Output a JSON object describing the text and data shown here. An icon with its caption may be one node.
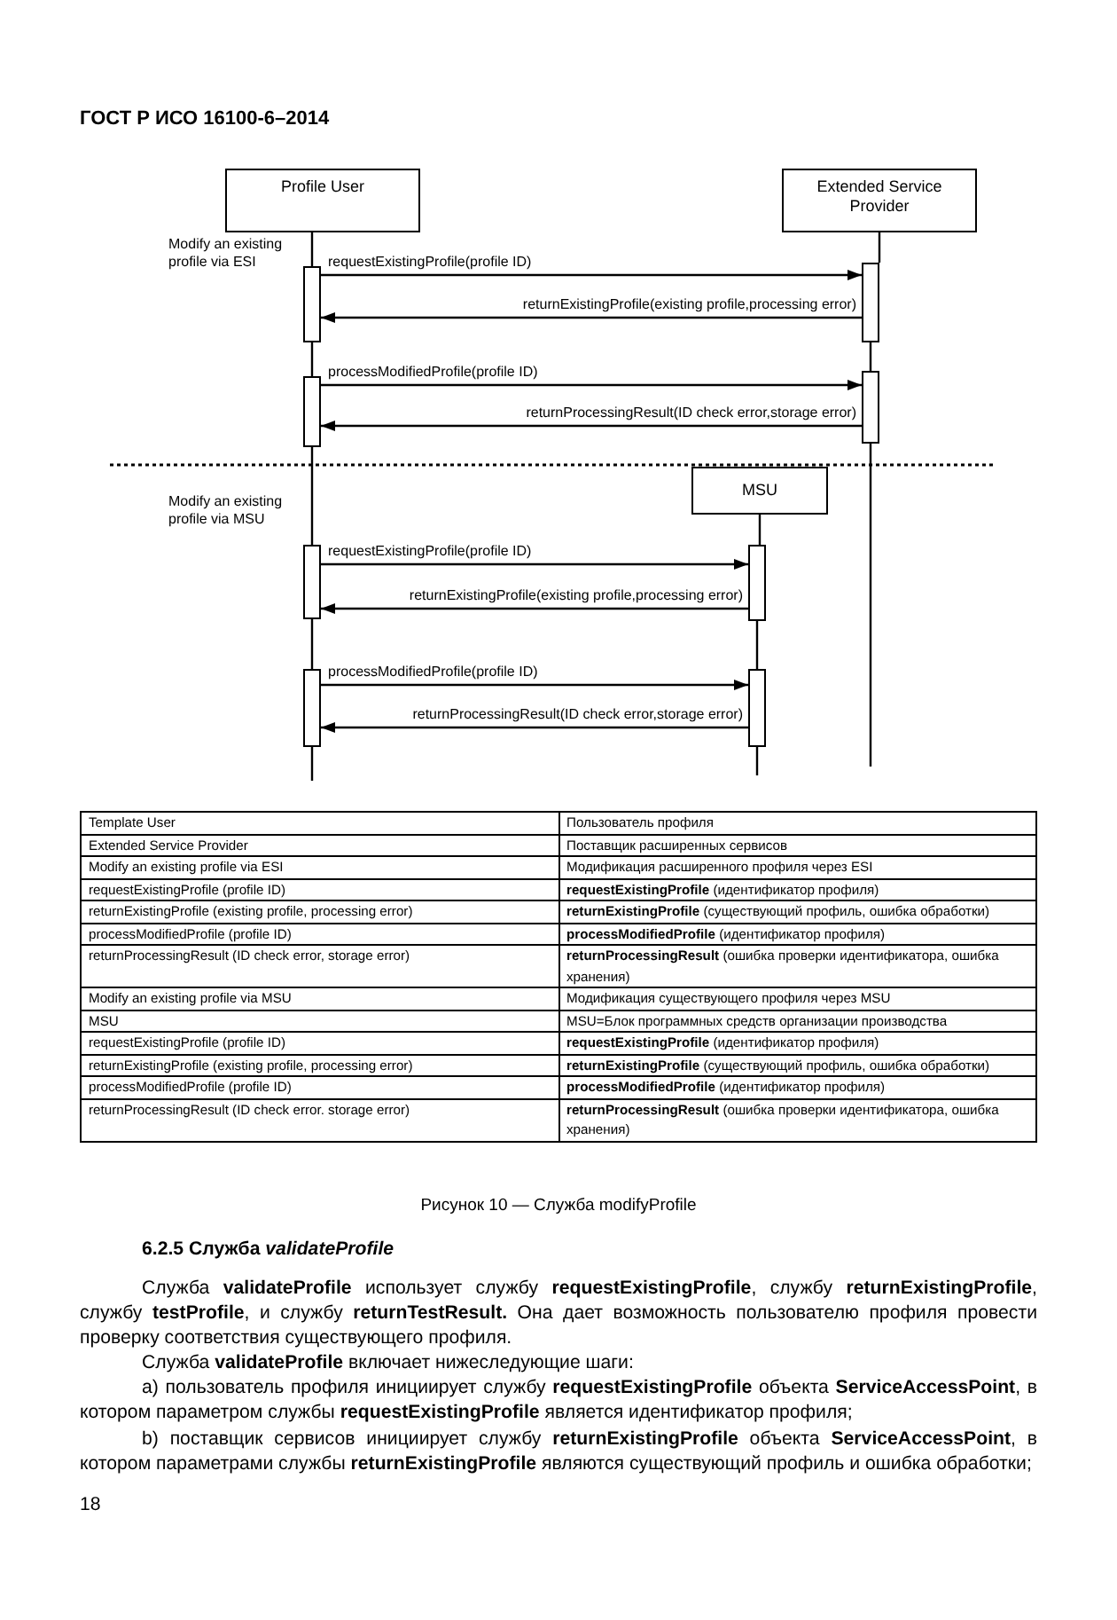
{
  "diagram": {
    "caption": "Рисунок 10 — Служба modifyProfile",
    "nodes": [
      {
        "text": [
          "Profile User"
        ]
      },
      {
        "text": [
          "Extended Service Provider"
        ]
      },
      {
        "text": [
          "MSU"
        ]
      },
      {
        "text": [],
        "shape": "bar"
      },
      {
        "text": [],
        "shape": "bar"
      },
      {
        "text": [],
        "shape": "bar"
      },
      {
        "text": [],
        "shape": "bar"
      },
      {
        "text": [],
        "shape": "bar"
      },
      {
        "text": [],
        "shape": "bar"
      },
      {
        "text": [],
        "shape": "bar"
      },
      {
        "text": [],
        "shape": "bar"
      }
    ],
    "edges": [
      {
        "from": 0,
        "to": 3,
        "arrow": "none"
      },
      {
        "from": 3,
        "to": 5,
        "arrow": "none"
      },
      {
        "from": 5,
        "to": 7,
        "arrow": "none"
      },
      {
        "from": 7,
        "to": 9,
        "arrow": "none"
      },
      {
        "from": 1,
        "to": 4,
        "arrow": "none"
      },
      {
        "from": 4,
        "to": 6,
        "arrow": "none"
      },
      {
        "from": 2,
        "to": 8,
        "arrow": "none"
      },
      {
        "from": 8,
        "to": 10,
        "arrow": "none"
      },
      {
        "from": 3,
        "to": 4,
        "arrow": "to",
        "label": "requestExistingProfile(profile ID)"
      },
      {
        "from": 4,
        "to": 3,
        "arrow": "to",
        "label": "returnExistingProfile(existing profile,processing error)"
      },
      {
        "from": 5,
        "to": 6,
        "arrow": "to",
        "label": "processModifiedProfile(profile ID)"
      },
      {
        "from": 6,
        "to": 5,
        "arrow": "to",
        "label": "returnProcessingResult(ID check error,storage error)"
      },
      {
        "from": 7,
        "to": 8,
        "arrow": "to",
        "label": "requestExistingProfile(profile ID)"
      },
      {
        "from": 8,
        "to": 7,
        "arrow": "to",
        "label": "returnExistingProfile(existing profile,processing error)"
      },
      {
        "from": 9,
        "to": 10,
        "arrow": "to",
        "label": "processModifiedProfile(profile ID)"
      },
      {
        "from": 10,
        "to": 9,
        "arrow": "to",
        "label": "returnProcessingResult(ID check error,storage error)"
      }
    ],
    "labels": [
      "ГОСТ Р ИСО 16100-6–2014",
      "Modify an existing profile via ESI",
      "Modify an existing profile via MSU",
      "Template User",
      "Пользователь профиля",
      "Extended Service Provider",
      "Поставщик расширенных сервисов",
      "Modify an existing profile via ESI",
      "Модификация расширенного профиля через ESI",
      "requestExistingProfile (profile ID)",
      "**requestExistingProfile** (идентификатор профиля)",
      "returnExistingProfile (existing profile, processing error)",
      "**returnExistingProfile** (существующий профиль, ошибка обработки)",
      "processModifiedProfile (profile ID)",
      "**processModifiedProfile** (идентификатор профиля)",
      "returnProcessingResult (ID check error, storage error)",
      "**returnProcessingResult** (ошибка проверки идентификатора, ошибка хранения)",
      "Modify an existing profile via MSU",
      "Модификация существующего профиля через MSU",
      "MSU",
      "MSU=Блок программных средств организации производства",
      "requestExistingProfile (profile ID)",
      "**requestExistingProfile** (идентификатор профиля)",
      "returnExistingProfile (existing profile, processing error)",
      "**returnExistingProfile** (существующий профиль, ошибка обработки)",
      "processModifiedProfile (profile ID)",
      "**processModifiedProfile** (идентификатор профиля)",
      "returnProcessingResult (ID check error. storage error)",
      "**returnProcessingResult** (ошибка проверки идентификатора, ошибка хранения)",
      "6.2.5 Служба *validateProfile*",
      "Служба **validateProfile** использует службу **requestExistingProfile**, службу **returnExistingProfile**, службу **testProfile**, и службу **returnTestResult.** Она дает возможность пользователю профиля провести проверку соответствия существующего профиля.",
      "Служба **validateProfile** включает нижеследующие шаги:",
      "a) пользователь профиля инициирует службу **requestExistingProfile** объекта **ServiceAccessPoint**, в котором параметром службы **requestExistingProfile** является идентификатор профиля;",
      "b) поставщик сервисов инициирует службу **returnExistingProfile** объекта **ServiceAccessPoint**, в котором параметрами службы **returnExistingProfile** являются существующий профиль и ошибка обработки;",
      "18"
    ]
  }
}
